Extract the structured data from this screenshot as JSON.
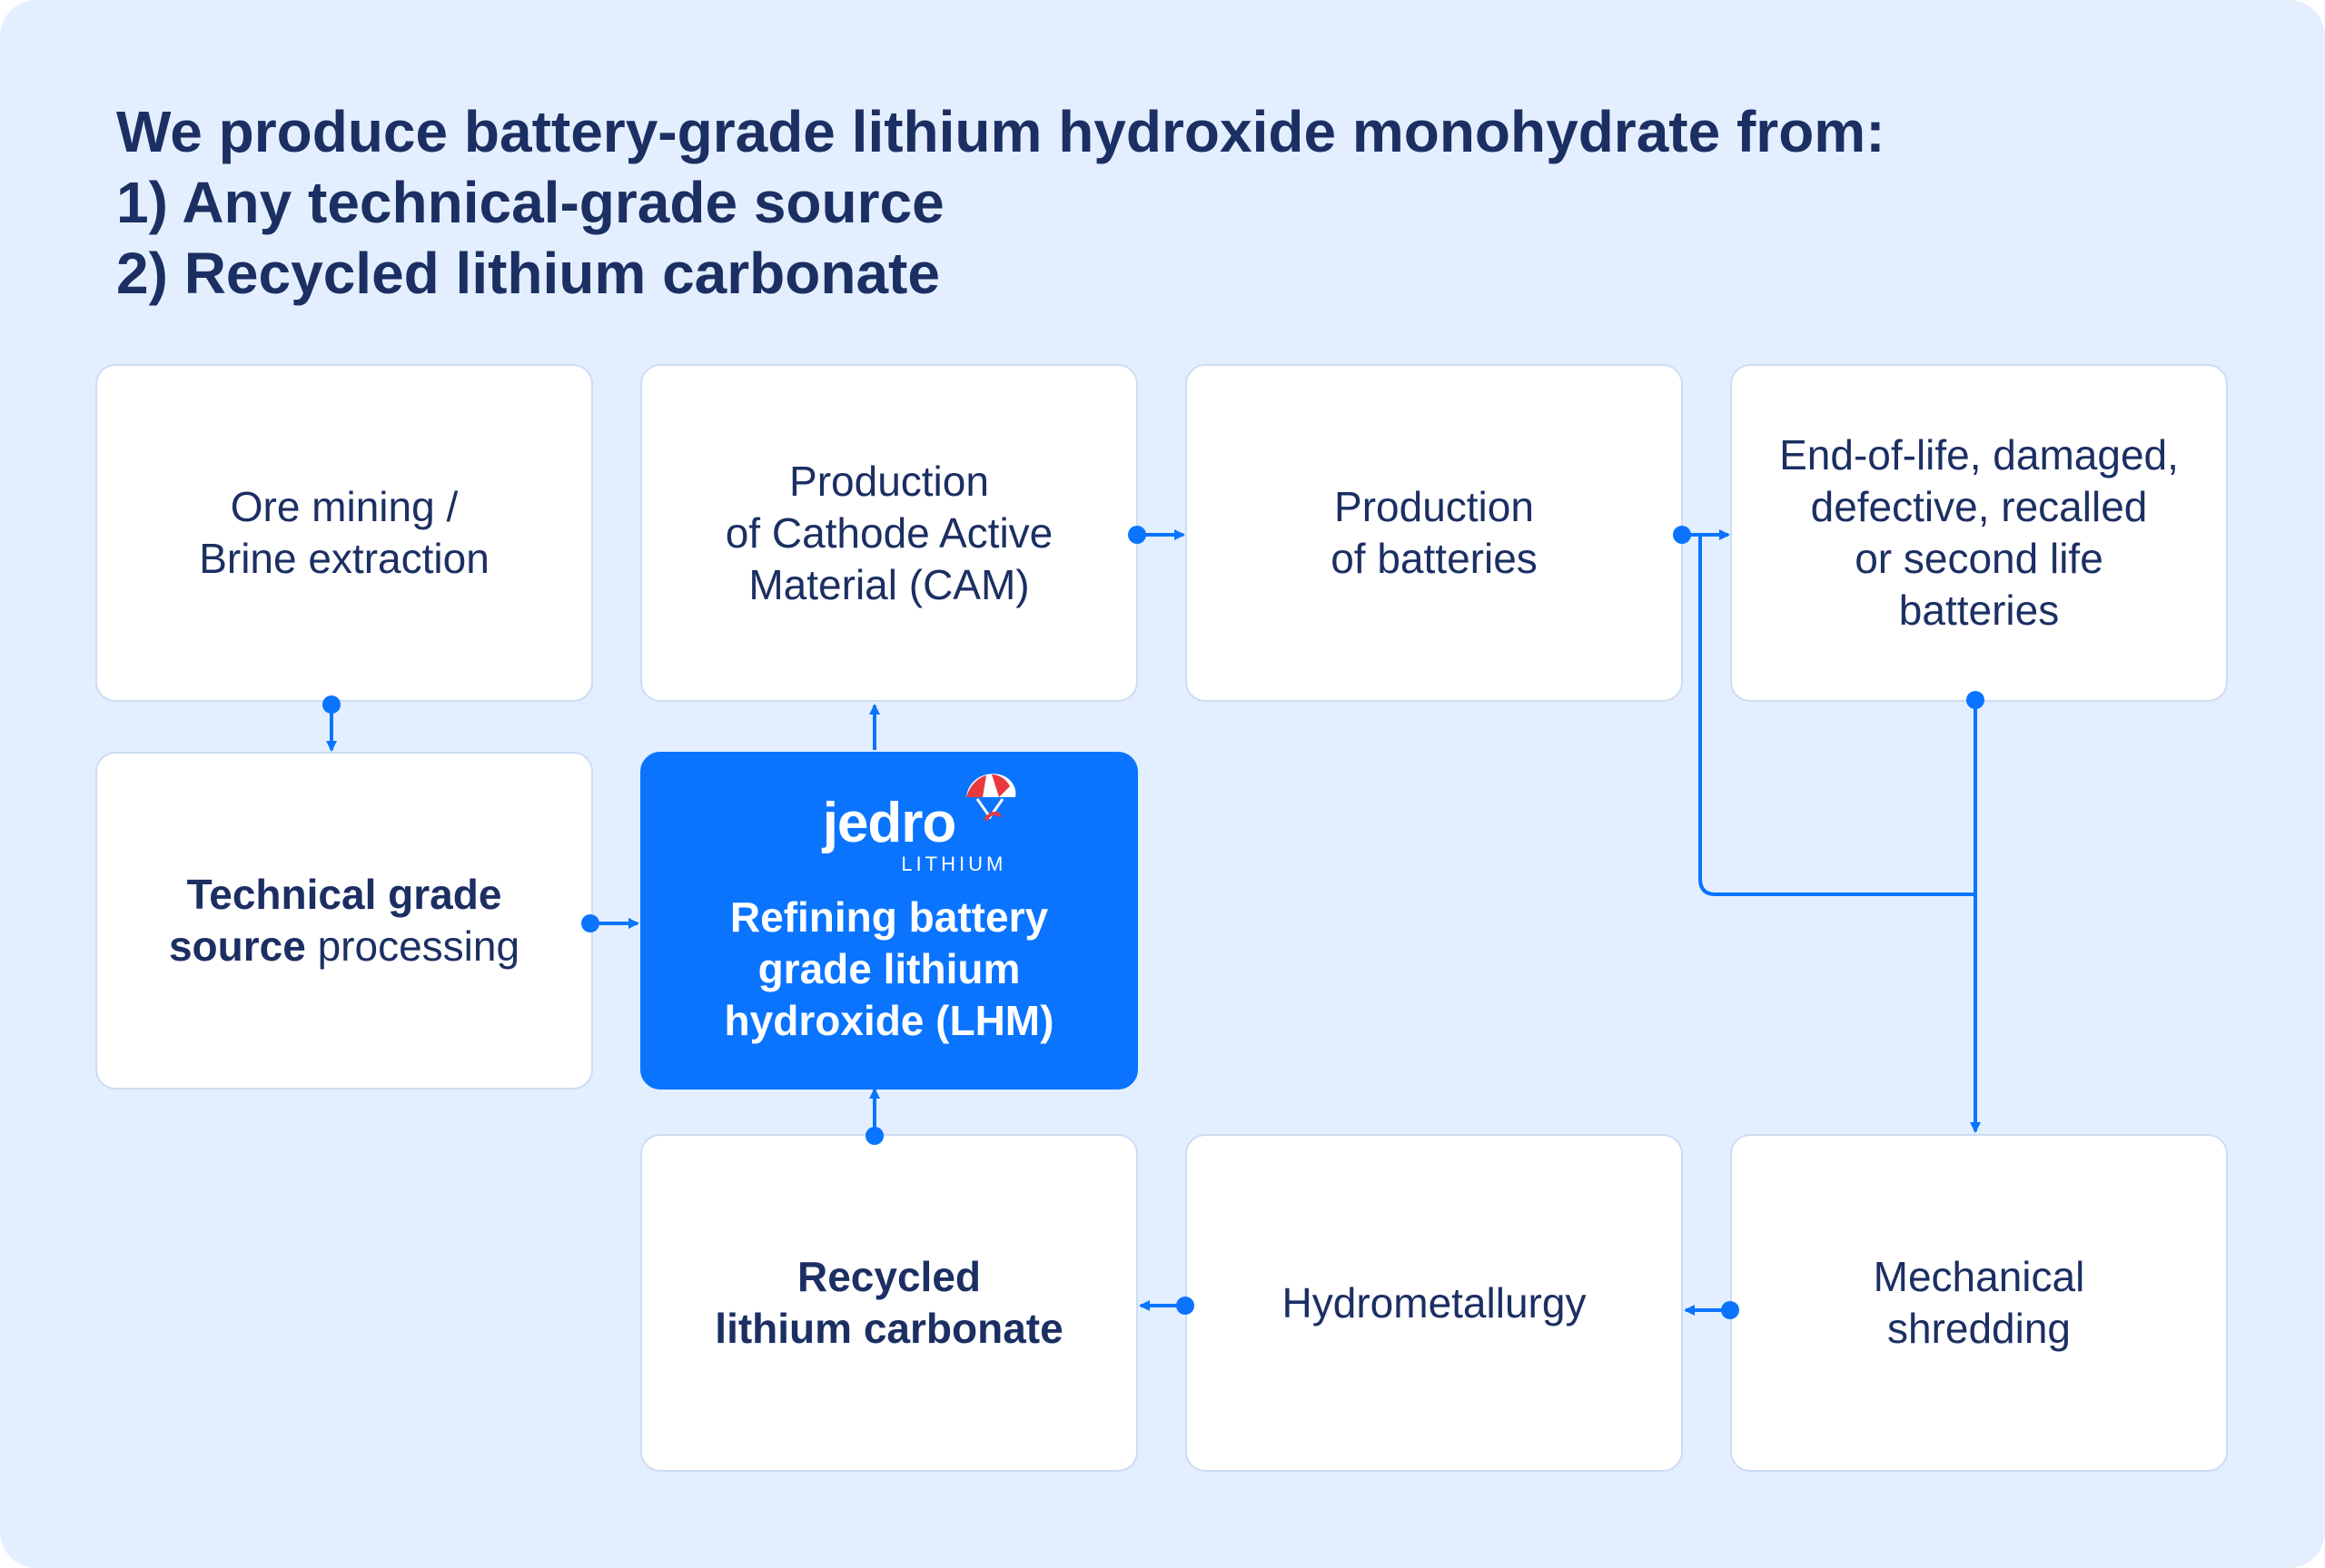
{
  "heading": {
    "line1": "We produce battery-grade lithium hydroxide monohydrate from:",
    "line2": "1) Any technical-grade source",
    "line3": "2) Recycled lithium carbonate"
  },
  "nodes": {
    "ore": {
      "line1": "Ore mining /",
      "line2": "Brine extraction"
    },
    "cam": {
      "line1": "Production",
      "line2": "of Cathode Active",
      "line3": "Material (CAM)"
    },
    "batteries": {
      "line1": "Production",
      "line2": "of batteries"
    },
    "eol": {
      "line1": "End-of-life, damaged,",
      "line2": "defective, recalled",
      "line3": "or second life",
      "line4": "batteries"
    },
    "technical": {
      "bold1": "Technical grade",
      "bold2": "source",
      "normal2": " processing"
    },
    "refining": {
      "logo_word": "jedro",
      "logo_sub": "LITHIUM",
      "line1": "Refining battery",
      "line2": "grade lithium",
      "line3": "hydroxide (LHM)"
    },
    "recycled": {
      "line1": "Recycled",
      "line2": "lithium carbonate"
    },
    "hydro": {
      "line1": "Hydrometallurgy"
    },
    "shredding": {
      "line1": "Mechanical",
      "line2": "shredding"
    }
  },
  "colors": {
    "background": "#e3efff",
    "text": "#1c2f63",
    "accent": "#0a74ff",
    "box_border": "#cddcf3",
    "logo_red": "#e8393f"
  },
  "icons": {
    "logo_mark": "parachute-logo-icon",
    "connector": "arrow-connector"
  }
}
